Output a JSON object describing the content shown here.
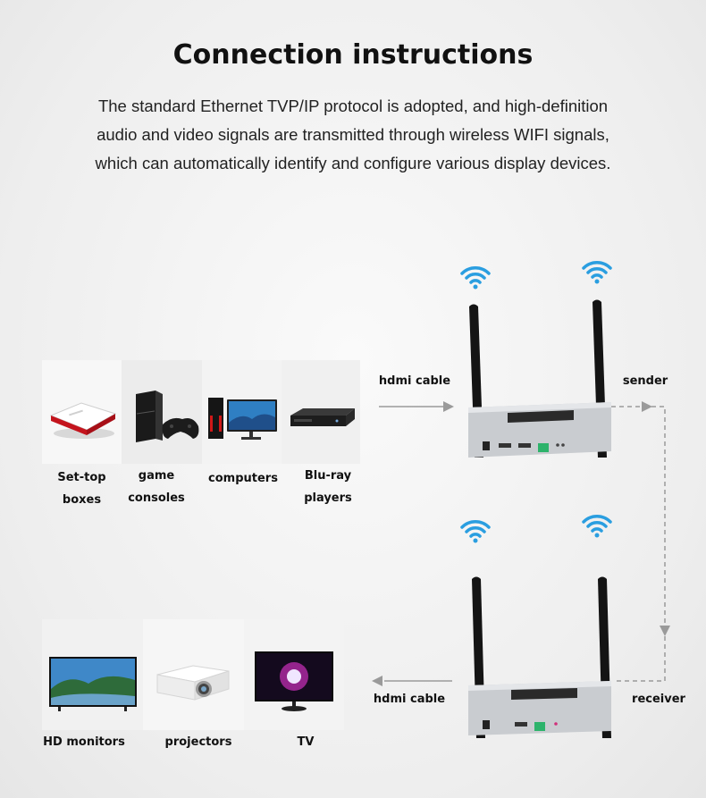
{
  "title": "Connection instructions",
  "description": {
    "line1": "The standard Ethernet TVP/IP protocol is adopted, and high-definition",
    "line2": "audio and video signals are transmitted through wireless WIFI signals,",
    "line3": "which can automatically identify and configure various display devices."
  },
  "sources": {
    "set_top_1": "Set-top",
    "set_top_2": "boxes",
    "game_1": "game",
    "game_2": "consoles",
    "computers": "computers",
    "bluray_1": "Blu-ray",
    "bluray_2": "players"
  },
  "outputs": {
    "hd_monitors": "HD monitors",
    "projectors": "projectors",
    "tv": "TV"
  },
  "flow": {
    "hdmi_cable_in": "hdmi cable",
    "sender": "sender",
    "hdmi_cable_out": "hdmi cable",
    "receiver": "receiver"
  },
  "colors": {
    "wifi": "#2a9ee0",
    "arrow": "#9a9a9a",
    "antenna": "#141414",
    "device_body": "#c9ccd0",
    "terminal": "#2db36b"
  }
}
